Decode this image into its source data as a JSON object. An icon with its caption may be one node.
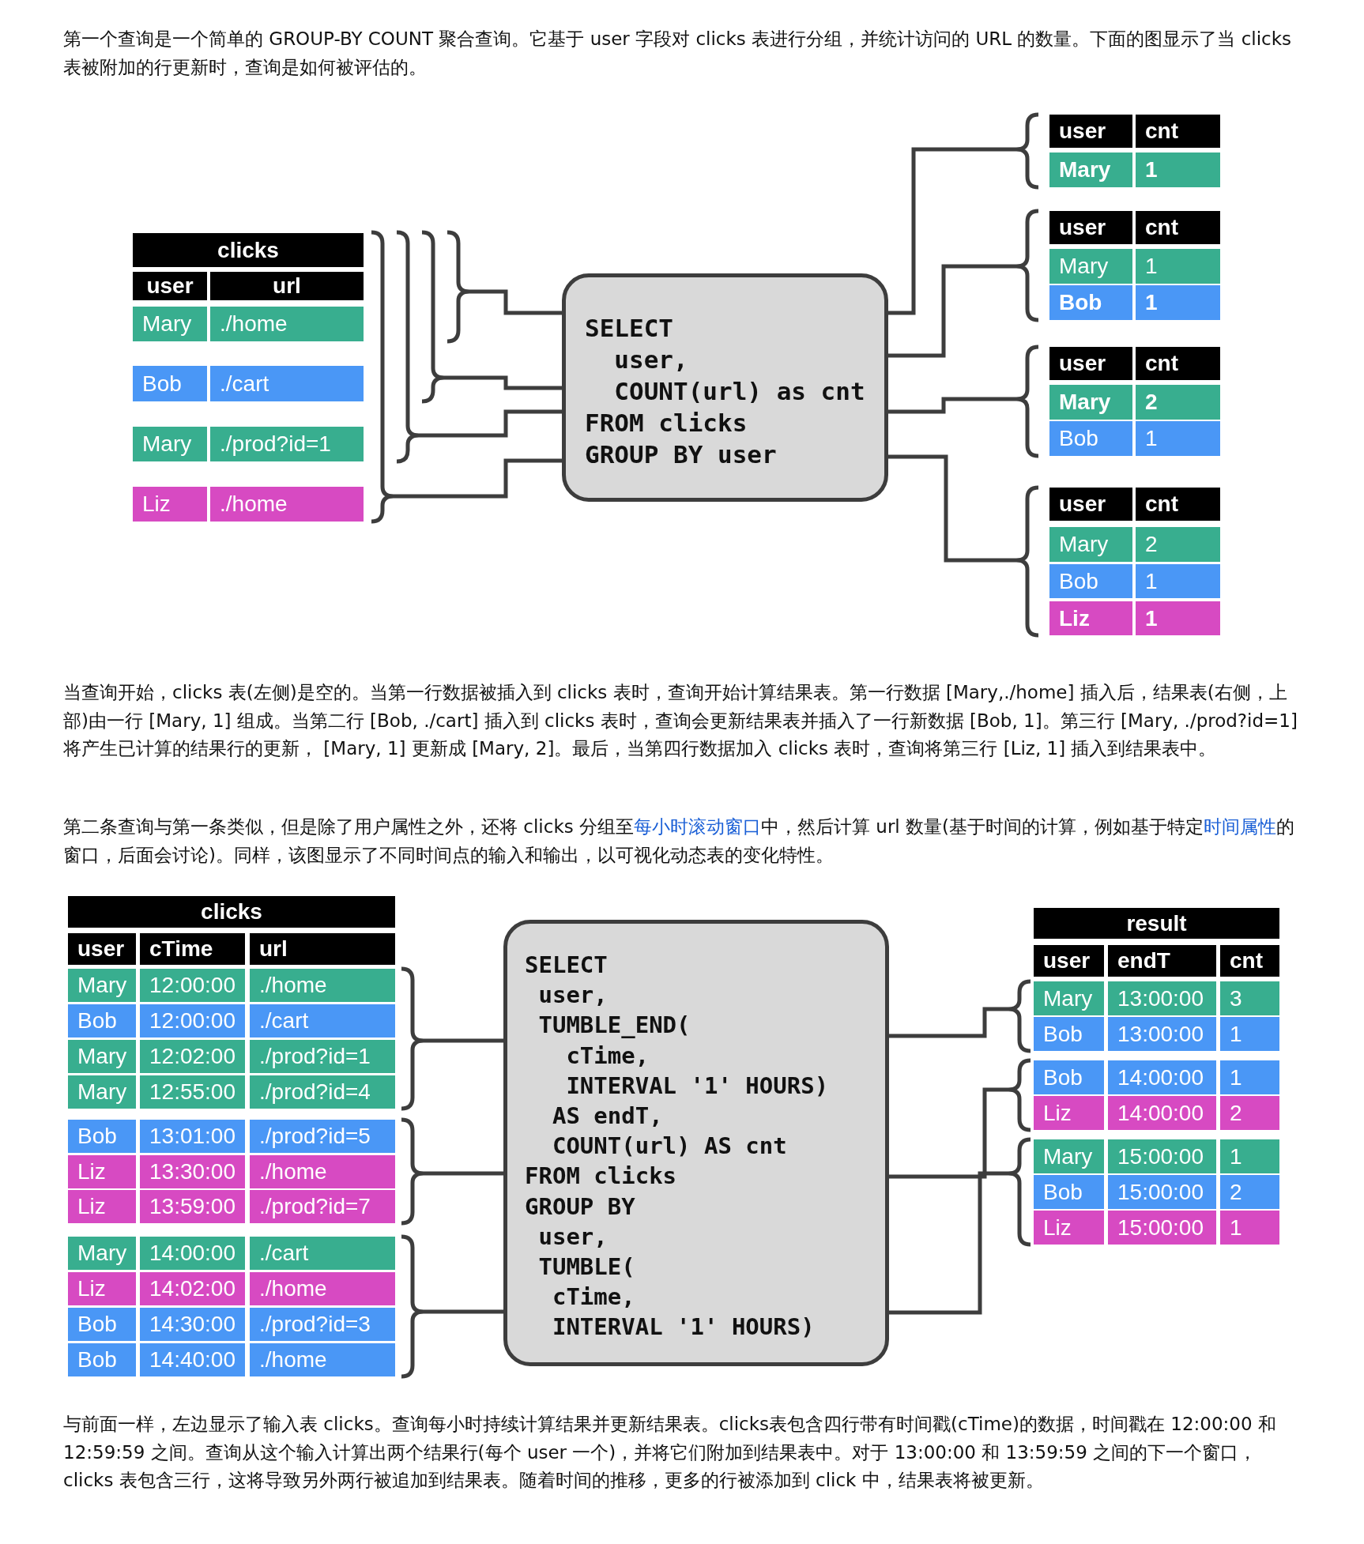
{
  "diagram": {
    "nodes": [
      {
        "text": [
          "clicks",
          "user",
          "url",
          "Mary",
          "./home",
          "Bob",
          "./cart",
          "Mary",
          "./prod?id=1",
          "Liz",
          "./home"
        ]
      },
      {
        "text": [
          "SELECT",
          "  user,",
          "  COUNT(url) as cnt",
          "FROM clicks",
          "GROUP BY user"
        ]
      },
      {
        "text": [
          "user",
          "cnt",
          "**Mary**",
          "**1**"
        ]
      },
      {
        "text": [
          "user",
          "cnt",
          "Mary",
          "1",
          "**Bob**",
          "**1**"
        ]
      },
      {
        "text": [
          "user",
          "cnt",
          "**Mary**",
          "**2**",
          "Bob",
          "1"
        ]
      },
      {
        "text": [
          "user",
          "cnt",
          "Mary",
          "2",
          "Bob",
          "1",
          "**Liz**",
          "**1**"
        ]
      },
      {
        "text": [
          "clicks",
          "user",
          "cTime",
          "url",
          "Mary",
          "12:00:00",
          "./home",
          "Bob",
          "12:00:00",
          "./cart",
          "Mary",
          "12:02:00",
          "./prod?id=1",
          "Mary",
          "12:55:00",
          "./prod?id=4",
          "Bob",
          "13:01:00",
          "./prod?id=5",
          "Liz",
          "13:30:00",
          "./home",
          "Liz",
          "13:59:00",
          "./prod?id=7",
          "Mary",
          "14:00:00",
          "./cart",
          "Liz",
          "14:02:00",
          "./home",
          "Bob",
          "14:30:00",
          "./prod?id=3",
          "Bob",
          "14:40:00",
          "./home"
        ]
      },
      {
        "text": [
          "SELECT",
          " user,",
          " TUMBLE_END(",
          "   cTime,",
          "   INTERVAL '1' HOURS)",
          "  AS endT,",
          "  COUNT(url) AS cnt",
          "FROM clicks",
          "GROUP BY",
          " user,",
          " TUMBLE(",
          "  cTime,",
          "  INTERVAL '1' HOURS)"
        ]
      },
      {
        "text": [
          "result",
          "user",
          "endT",
          "cnt",
          "Mary",
          "13:00:00",
          "3",
          "Bob",
          "13:00:00",
          "1",
          "Bob",
          "14:00:00",
          "1",
          "Liz",
          "14:00:00",
          "2",
          "Mary",
          "15:00:00",
          "1",
          "Bob",
          "15:00:00",
          "2",
          "Liz",
          "15:00:00",
          "1"
        ]
      }
    ],
    "edges": [
      {
        "from": 0,
        "to": 1,
        "arrow": "none"
      },
      {
        "from": 0,
        "to": 1,
        "arrow": "none"
      },
      {
        "from": 0,
        "to": 1,
        "arrow": "none"
      },
      {
        "from": 0,
        "to": 1,
        "arrow": "none"
      },
      {
        "from": 1,
        "to": 2,
        "arrow": "none"
      },
      {
        "from": 1,
        "to": 3,
        "arrow": "none"
      },
      {
        "from": 1,
        "to": 4,
        "arrow": "none"
      },
      {
        "from": 1,
        "to": 5,
        "arrow": "none"
      },
      {
        "from": 6,
        "to": 7,
        "arrow": "none"
      },
      {
        "from": 6,
        "to": 7,
        "arrow": "none"
      },
      {
        "from": 6,
        "to": 7,
        "arrow": "none"
      },
      {
        "from": 7,
        "to": 8,
        "arrow": "none"
      },
      {
        "from": 7,
        "to": 8,
        "arrow": "none"
      },
      {
        "from": 7,
        "to": 8,
        "arrow": "none"
      }
    ],
    "labels": [
      "第一个查询是一个简单的 GROUP-BY COUNT 聚合查询。它基于 user 字段对 clicks 表进行分组，并统计访问的 URL 的数量。下面的图显示了当 clicks 表被附加的行更新时，查询是如何被评估的。",
      "当查询开始，clicks 表(左侧)是空的。当第一行数据被插入到 clicks 表时，查询开始计算结果表。第一行数据 [Mary,./home] 插入后，结果表(右侧，上部)由一行 [Mary, 1] 组成。当第二行 [Bob, ./cart] 插入到 clicks 表时，查询会更新结果表并插入了一行新数据 [Bob, 1]。第三行 [Mary, ./prod?id=1] 将产生已计算的结果行的更新， [Mary, 1] 更新成 [Mary, 2]。最后，当第四行数据加入 clicks 表时，查询将第三行 [Liz, 1] 插入到结果表中。",
      "第二条查询与第一条类似，但是除了用户属性之外，还将 clicks 分组至",
      "每小时滚动窗口",
      "中，然后计算 url 数量(基于时间的计算，例如基于特定",
      "时间属性",
      "的窗口，后面会讨论)。同样，该图显示了不同时间点的输入和输出，以可视化动态表的变化特性。",
      "与前面一样，左边显示了输入表 clicks。查询每小时持续计算结果并更新结果表。clicks表包含四行带有时间戳(cTime)的数据，时间戳在 12:00:00 和 12:59:59 之间。查询从这个输入计算出两个结果行(每个 user 一个)，并将它们附加到结果表中。对于 13:00:00 和 13:59:59 之间的下一个窗口，clicks 表包含三行，这将导致另外两行被追加到结果表。随着时间的推移，更多的行被添加到 click 中，结果表将被更新。"
    ]
  }
}
